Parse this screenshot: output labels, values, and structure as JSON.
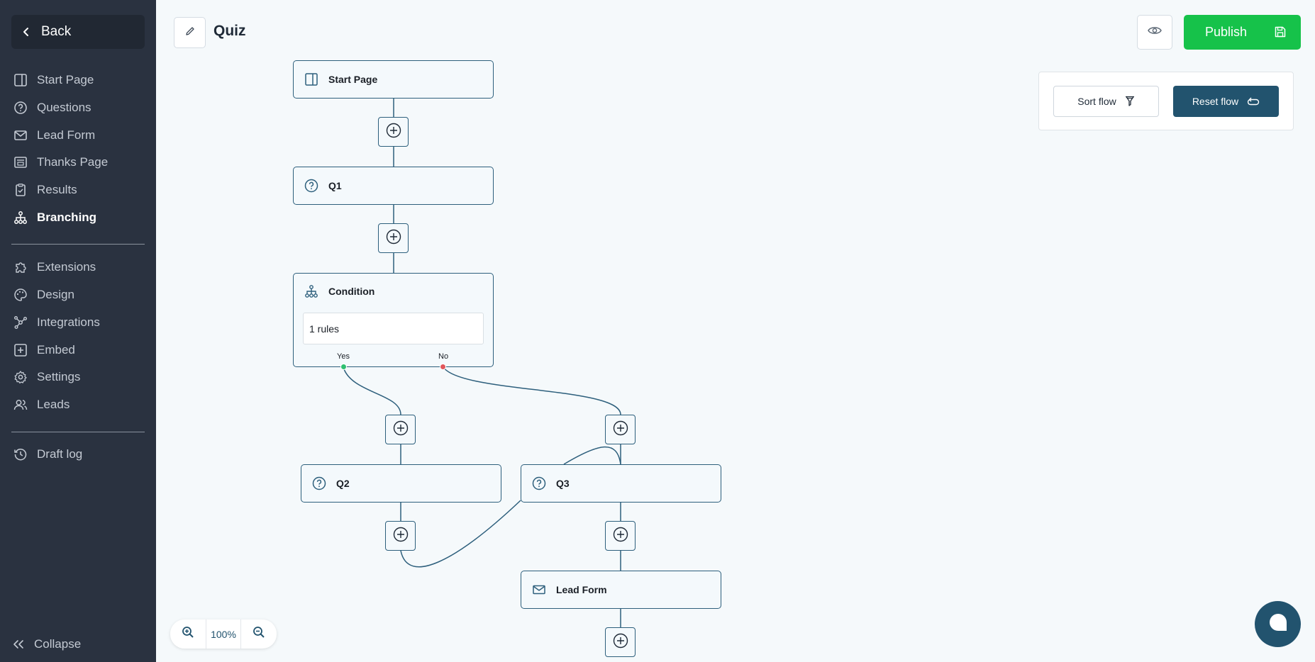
{
  "sidebar": {
    "back_label": "Back",
    "items": [
      {
        "label": "Start Page",
        "icon": "sidebar-panel-icon"
      },
      {
        "label": "Questions",
        "icon": "question-circle-icon"
      },
      {
        "label": "Lead Form",
        "icon": "envelope-icon"
      },
      {
        "label": "Thanks Page",
        "icon": "thanks-page-icon"
      },
      {
        "label": "Results",
        "icon": "clipboard-check-icon"
      },
      {
        "label": "Branching",
        "icon": "branching-icon",
        "active": true
      },
      {
        "label": "Extensions",
        "icon": "puzzle-icon"
      },
      {
        "label": "Design",
        "icon": "palette-icon"
      },
      {
        "label": "Integrations",
        "icon": "integrations-icon"
      },
      {
        "label": "Embed",
        "icon": "embed-plus-icon"
      },
      {
        "label": "Settings",
        "icon": "gear-icon"
      },
      {
        "label": "Leads",
        "icon": "users-icon"
      },
      {
        "label": "Draft log",
        "icon": "history-icon"
      }
    ],
    "collapse_label": "Collapse"
  },
  "header": {
    "title": "Quiz",
    "publish_label": "Publish"
  },
  "flow_panel": {
    "sort_label": "Sort flow",
    "reset_label": "Reset flow"
  },
  "flow": {
    "nodes": {
      "start": "Start Page",
      "q1": "Q1",
      "condition": "Condition",
      "condition_rules": "1 rules",
      "yes_label": "Yes",
      "no_label": "No",
      "q2": "Q2",
      "q3": "Q3",
      "lead_form": "Lead Form"
    }
  },
  "zoom": {
    "level": "100%"
  },
  "colors": {
    "sidebar_bg": "#2a3240",
    "accent": "#22536e",
    "publish": "#16c24a",
    "node_border": "#2d5f7c",
    "yes_dot": "#2fbf71",
    "no_dot": "#e0565b"
  }
}
